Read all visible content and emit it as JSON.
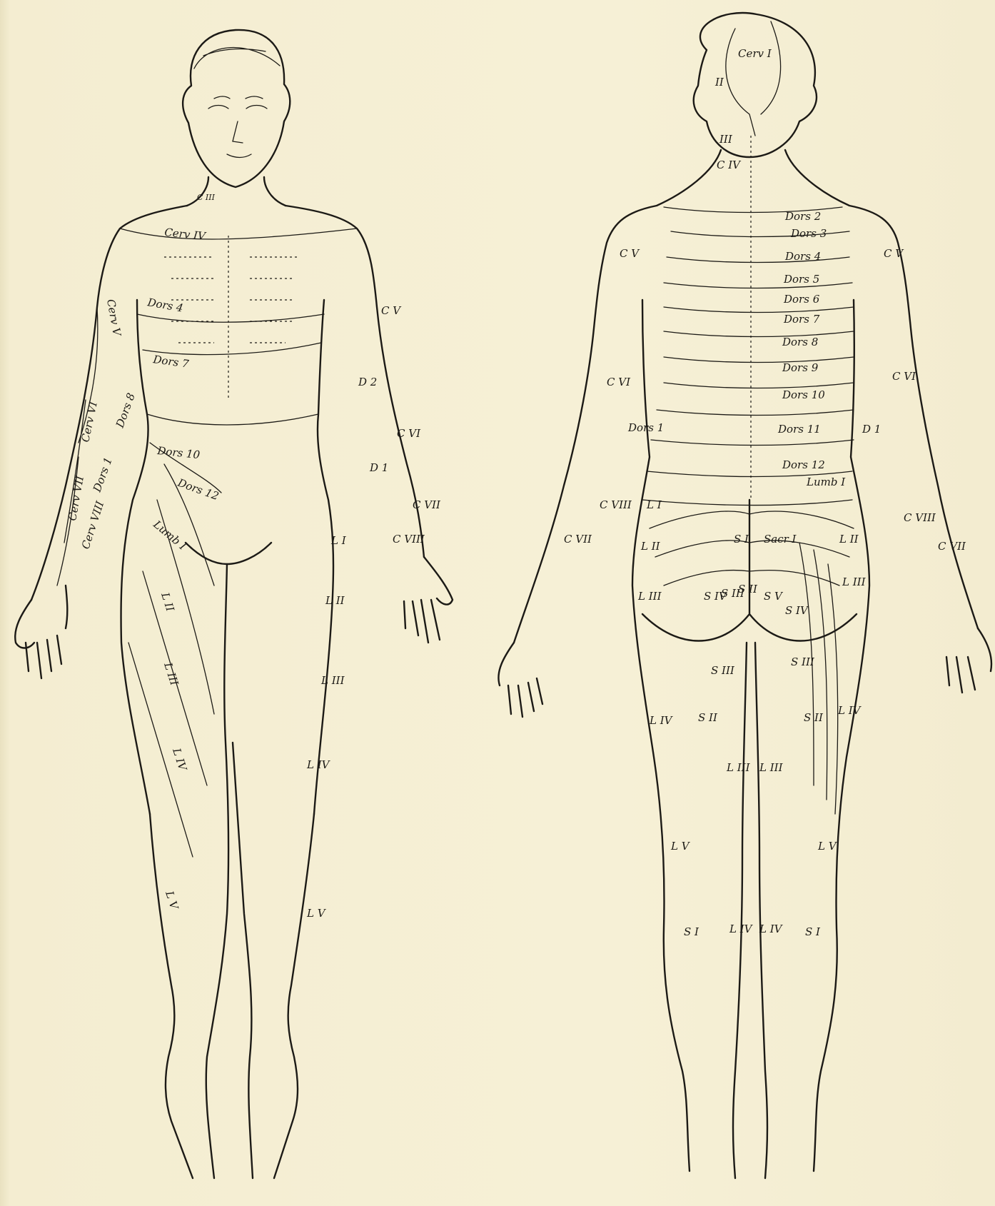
{
  "colors": {
    "paper": "#f5efd4",
    "ink": "#1c1a16"
  },
  "figures": {
    "anterior": {
      "labels": [
        "C III",
        "Cerv IV",
        "Dors 4",
        "Dors 7",
        "Cerv V",
        "Dors 8",
        "Cerv VI",
        "Dors 1",
        "Cerv VII",
        "Cerv VIII",
        "Dors 10",
        "Dors 12",
        "Lumb I",
        "L II",
        "L III",
        "L IV",
        "L V",
        "C V",
        "D 2",
        "C VI",
        "D 1",
        "C VII",
        "C VIII",
        "L I",
        "L II",
        "L III",
        "L IV",
        "L V"
      ]
    },
    "posterior": {
      "labels": [
        "Cerv I",
        "II",
        "III",
        "C IV",
        "Dors 2",
        "Dors 3",
        "Dors 4",
        "Dors 5",
        "Dors 6",
        "Dors 7",
        "Dors 8",
        "Dors 9",
        "Dors 10",
        "Dors 11",
        "Dors 12",
        "Lumb I",
        "C V",
        "C V",
        "C VI",
        "C VI",
        "Dors 1",
        "D 1",
        "C VIII",
        "C VII",
        "L I",
        "L II",
        "L III",
        "S I",
        "Sacr I",
        "S II",
        "S III",
        "S IV",
        "S IV",
        "S V",
        "L II",
        "L III",
        "C VIII",
        "C VII",
        "S III",
        "S II",
        "L IV",
        "S III",
        "S II",
        "L IV",
        "L III",
        "L III",
        "L V",
        "L V",
        "S I",
        "L IV",
        "L IV",
        "S I"
      ]
    }
  }
}
